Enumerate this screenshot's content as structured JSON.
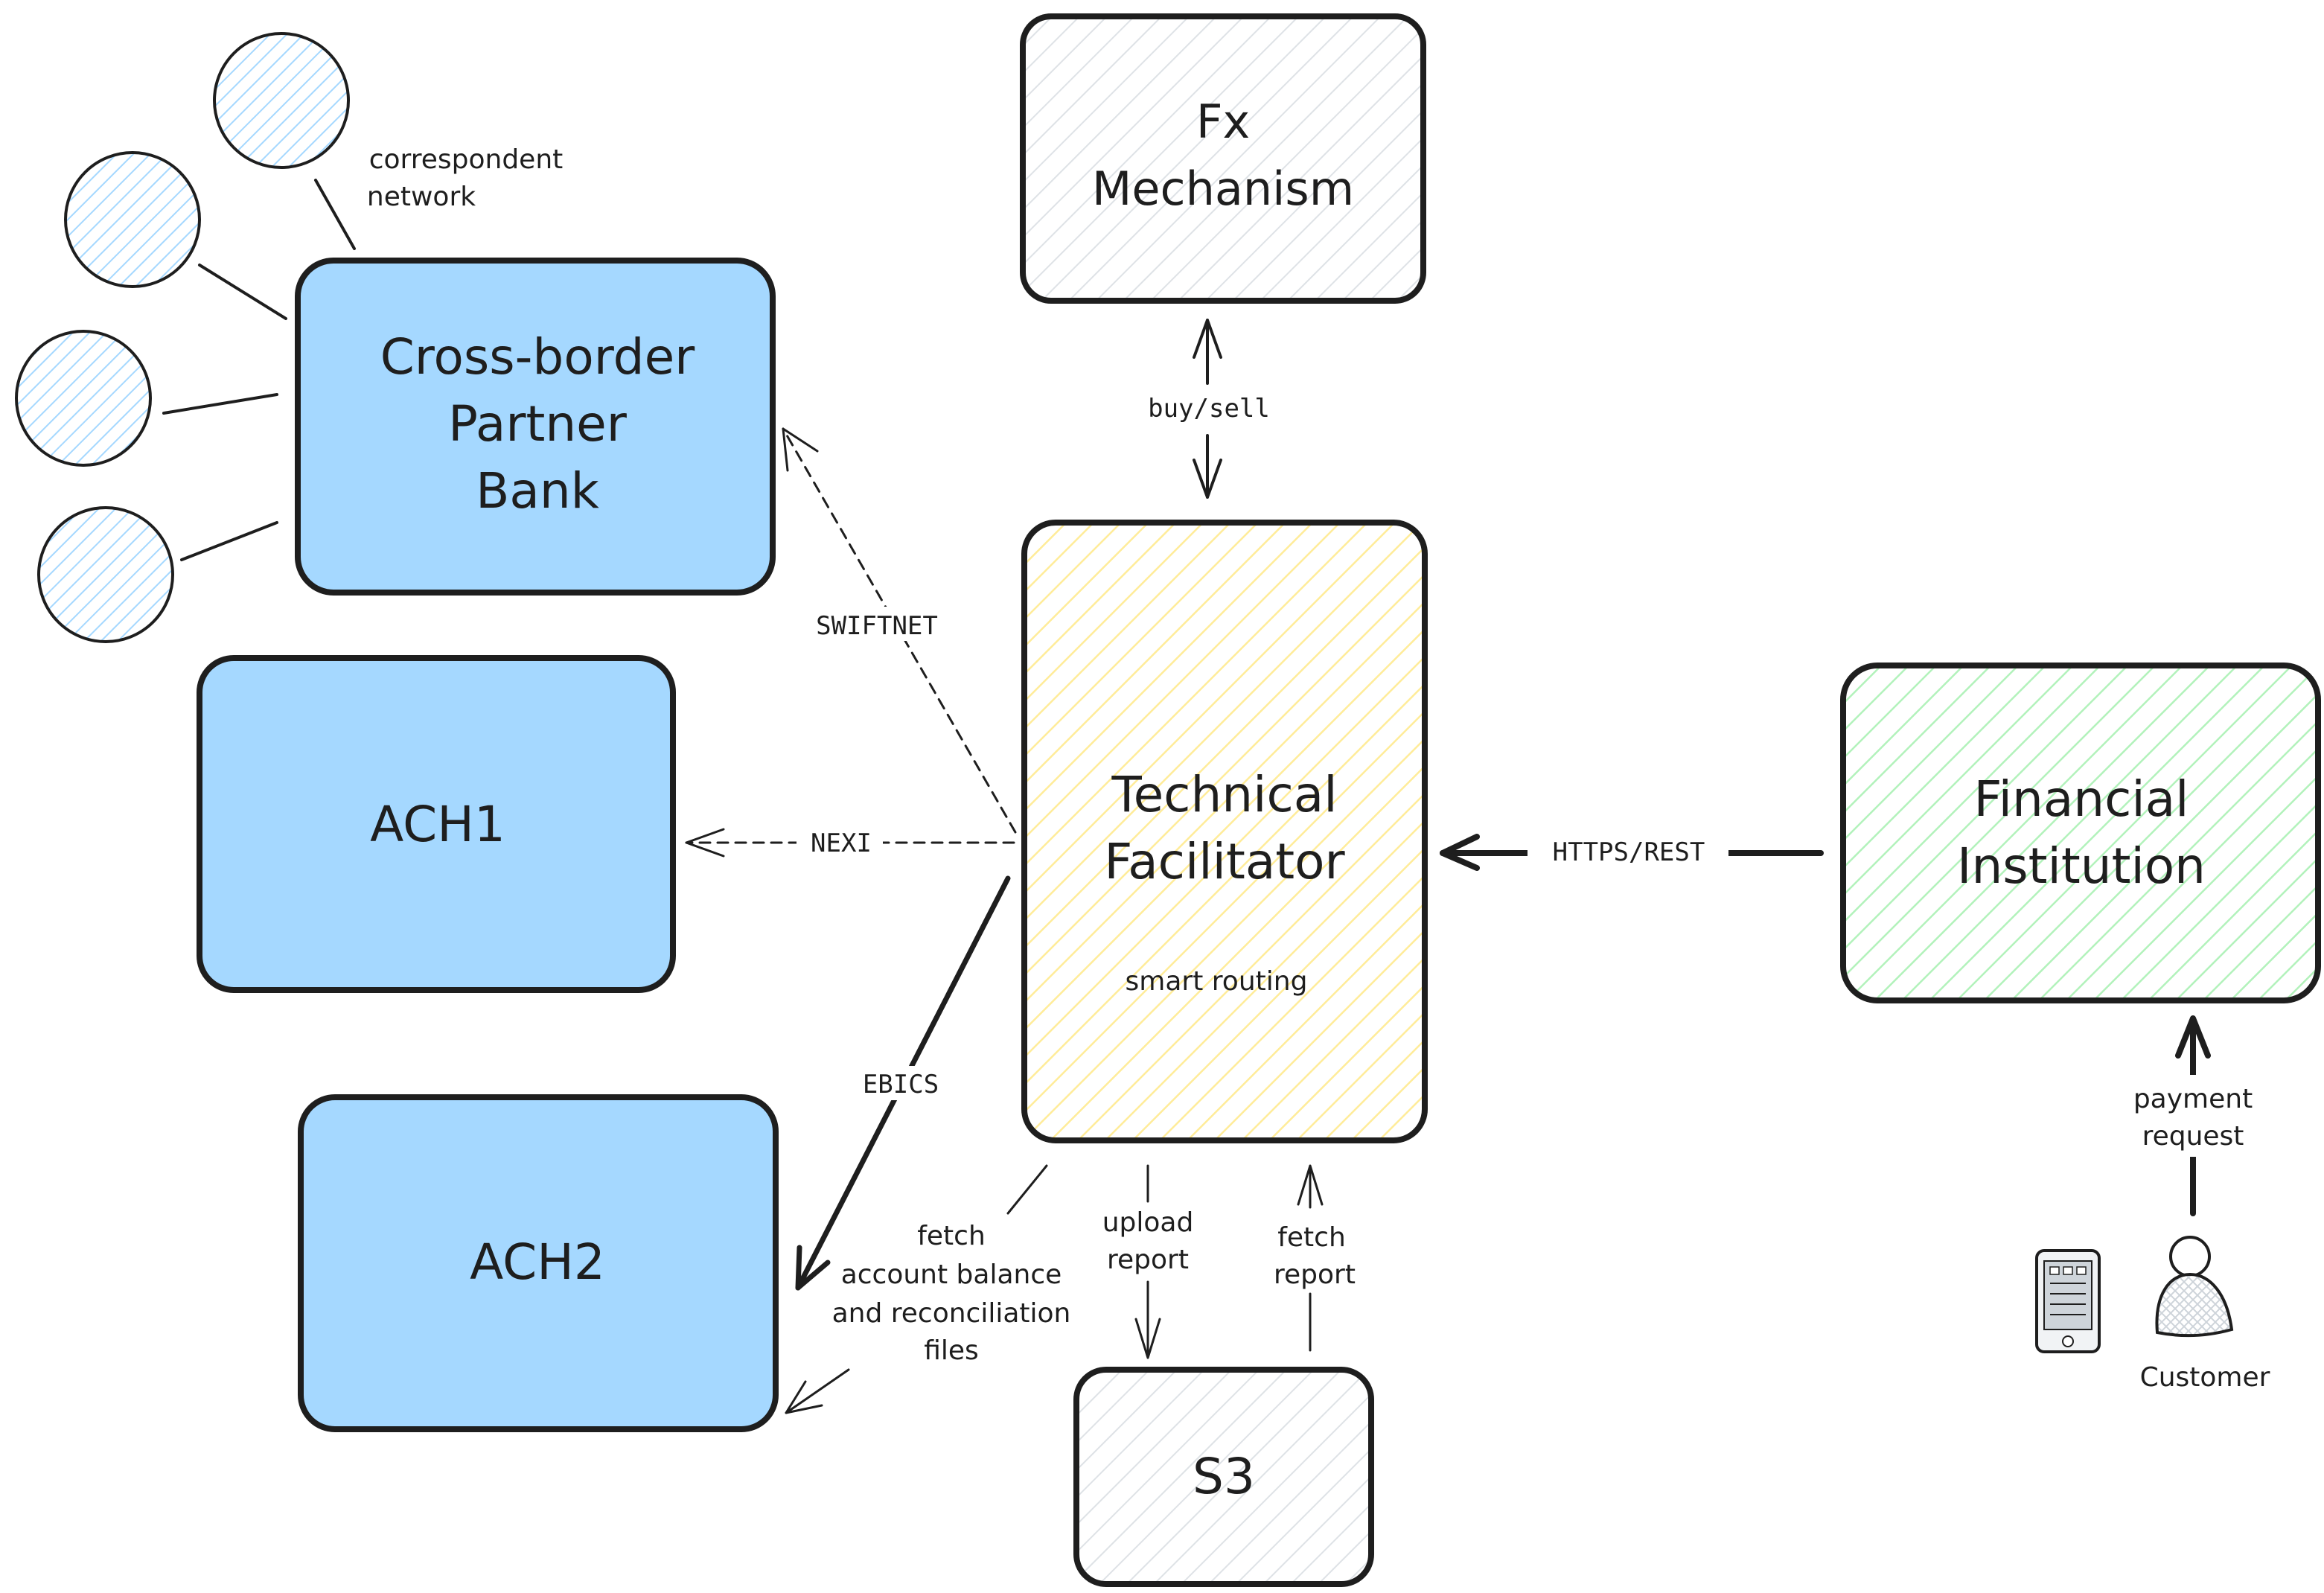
{
  "colors": {
    "ink": "#1e1e1e",
    "bank_blue": "#a5d8ff",
    "facilitator_yellow": "#ffec99",
    "institution_green": "#b2f2bb",
    "neutral_gray": "#e9ecef"
  },
  "nodes": {
    "fx": {
      "title_line1": "Fx",
      "title_line2": "Mechanism"
    },
    "partner_bank": {
      "title_line1": "Cross-border",
      "title_line2": "Partner",
      "title_line3": "Bank"
    },
    "correspondent": {
      "label_line1": "correspondent",
      "label_line2": "network"
    },
    "ach1": {
      "title": "ACH1"
    },
    "ach2": {
      "title": "ACH2"
    },
    "facilitator": {
      "title_line1": "Technical",
      "title_line2": "Facilitator",
      "subtitle": "smart routing"
    },
    "institution": {
      "title_line1": "Financial",
      "title_line2": "Institution"
    },
    "s3": {
      "title": "S3"
    },
    "customer": {
      "label": "Customer",
      "person_icon": "person-icon",
      "device_icon": "mobile-device-icon"
    }
  },
  "edges": {
    "buy_sell": "buy/sell",
    "swiftnet": "SWIFTNET",
    "nexi": "NEXI",
    "ebics": "EBICS",
    "https_rest": "HTTPS/REST",
    "fetch_balance_line1": "fetch",
    "fetch_balance_line2": "account balance",
    "fetch_balance_line3": "and reconciliation",
    "fetch_balance_line4": "files",
    "upload_report_line1": "upload",
    "upload_report_line2": "report",
    "fetch_report_line1": "fetch",
    "fetch_report_line2": "report",
    "payment_request_line1": "payment",
    "payment_request_line2": "request"
  }
}
